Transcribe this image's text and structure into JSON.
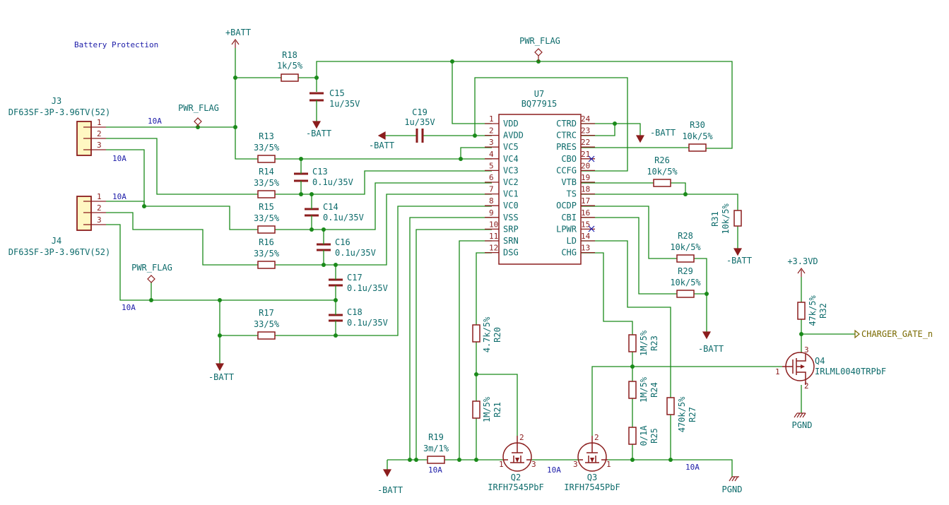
{
  "title": "Battery Protection",
  "ic": {
    "ref": "U7",
    "value": "BQ77915",
    "left_pins": [
      {
        "num": "1",
        "name": "VDD"
      },
      {
        "num": "2",
        "name": "AVDD"
      },
      {
        "num": "3",
        "name": "VC5"
      },
      {
        "num": "4",
        "name": "VC4"
      },
      {
        "num": "5",
        "name": "VC3"
      },
      {
        "num": "6",
        "name": "VC2"
      },
      {
        "num": "7",
        "name": "VC1"
      },
      {
        "num": "8",
        "name": "VC0"
      },
      {
        "num": "9",
        "name": "VSS"
      },
      {
        "num": "10",
        "name": "SRP"
      },
      {
        "num": "11",
        "name": "SRN"
      },
      {
        "num": "12",
        "name": "DSG"
      }
    ],
    "right_pins": [
      {
        "num": "24",
        "name": "CTRD"
      },
      {
        "num": "23",
        "name": "CTRC"
      },
      {
        "num": "22",
        "name": "PRES"
      },
      {
        "num": "21",
        "name": "CBO"
      },
      {
        "num": "20",
        "name": "CCFG"
      },
      {
        "num": "19",
        "name": "VTB"
      },
      {
        "num": "18",
        "name": "TS"
      },
      {
        "num": "17",
        "name": "OCDP"
      },
      {
        "num": "16",
        "name": "CBI"
      },
      {
        "num": "15",
        "name": "LPWR"
      },
      {
        "num": "14",
        "name": "LD"
      },
      {
        "num": "13",
        "name": "CHG"
      }
    ]
  },
  "connectors": [
    {
      "ref": "J3",
      "value": "DF63SF-3P-3.96TV(52)",
      "pins": [
        "1",
        "2",
        "3"
      ]
    },
    {
      "ref": "J4",
      "value": "DF63SF-3P-3.96TV(52)",
      "pins": [
        "1",
        "2",
        "3"
      ]
    }
  ],
  "resistors": [
    {
      "ref": "R18",
      "value": "1k/5%"
    },
    {
      "ref": "R13",
      "value": "33/5%"
    },
    {
      "ref": "R14",
      "value": "33/5%"
    },
    {
      "ref": "R15",
      "value": "33/5%"
    },
    {
      "ref": "R16",
      "value": "33/5%"
    },
    {
      "ref": "R17",
      "value": "33/5%"
    },
    {
      "ref": "R30",
      "value": "10k/5%"
    },
    {
      "ref": "R26",
      "value": "10k/5%"
    },
    {
      "ref": "R31",
      "value": "10k/5%"
    },
    {
      "ref": "R28",
      "value": "10k/5%"
    },
    {
      "ref": "R29",
      "value": "10k/5%"
    },
    {
      "ref": "R20",
      "value": "4.7k/5%"
    },
    {
      "ref": "R21",
      "value": "1M/5%"
    },
    {
      "ref": "R23",
      "value": "1M/5%"
    },
    {
      "ref": "R24",
      "value": "1M/5%"
    },
    {
      "ref": "R25",
      "value": "0/1A"
    },
    {
      "ref": "R27",
      "value": "470k/5%"
    },
    {
      "ref": "R19",
      "value": "3m/1%"
    },
    {
      "ref": "R32",
      "value": "47k/5%"
    }
  ],
  "capacitors": [
    {
      "ref": "C15",
      "value": "1u/35V"
    },
    {
      "ref": "C19",
      "value": "1u/35V"
    },
    {
      "ref": "C13",
      "value": "0.1u/35V"
    },
    {
      "ref": "C14",
      "value": "0.1u/35V"
    },
    {
      "ref": "C16",
      "value": "0.1u/35V"
    },
    {
      "ref": "C17",
      "value": "0.1u/35V"
    },
    {
      "ref": "C18",
      "value": "0.1u/35V"
    }
  ],
  "transistors": [
    {
      "ref": "Q2",
      "value": "IRFH7545PbF",
      "pins": [
        "1",
        "2",
        "3"
      ]
    },
    {
      "ref": "Q3",
      "value": "IRFH7545PbF",
      "pins": [
        "3",
        "2",
        "1"
      ]
    },
    {
      "ref": "Q4",
      "value": "IRLML0040TRPbF",
      "pins": [
        "1",
        "2",
        "3"
      ]
    }
  ],
  "power": {
    "batt_pos": "+BATT",
    "batt_neg": "-BATT",
    "v33": "+3.3VD",
    "pgnd": "PGND",
    "pwr_flag": "PWR_FLAG"
  },
  "labels": {
    "current": "10A",
    "charger_gate": "CHARGER_GATE_n"
  }
}
